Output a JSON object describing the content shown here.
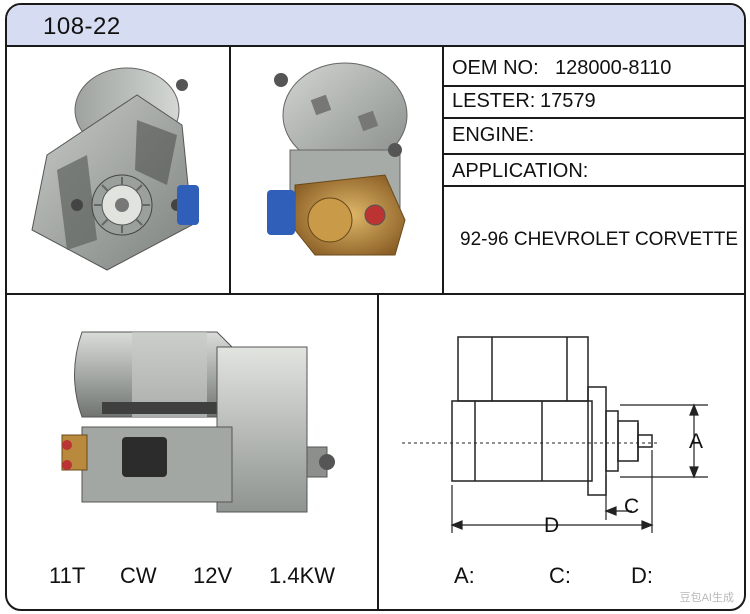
{
  "part_number": "108-22",
  "specs": [
    {
      "label": "OEM NO:",
      "value": "128000-8110"
    },
    {
      "label": "LESTER:",
      "value": "17579"
    },
    {
      "label": "ENGINE:",
      "value": ""
    },
    {
      "label": "APPLICATION:",
      "value": ""
    }
  ],
  "application_text": "92-96  CHEVROLET CORVETTE",
  "bottom_specs": [
    "11T",
    "CW",
    "12V",
    "1.4KW"
  ],
  "dimension_labels": {
    "a": "A",
    "c": "C",
    "d": "D"
  },
  "dimension_values": [
    "A:",
    "C:",
    "D:"
  ],
  "watermark": "豆包AI生成",
  "colors": {
    "header_bg": "#d6dcf2",
    "border": "#1a1a1a",
    "terminal_blue": "#2f5fb8",
    "solenoid_copper": "#b98a3e"
  }
}
